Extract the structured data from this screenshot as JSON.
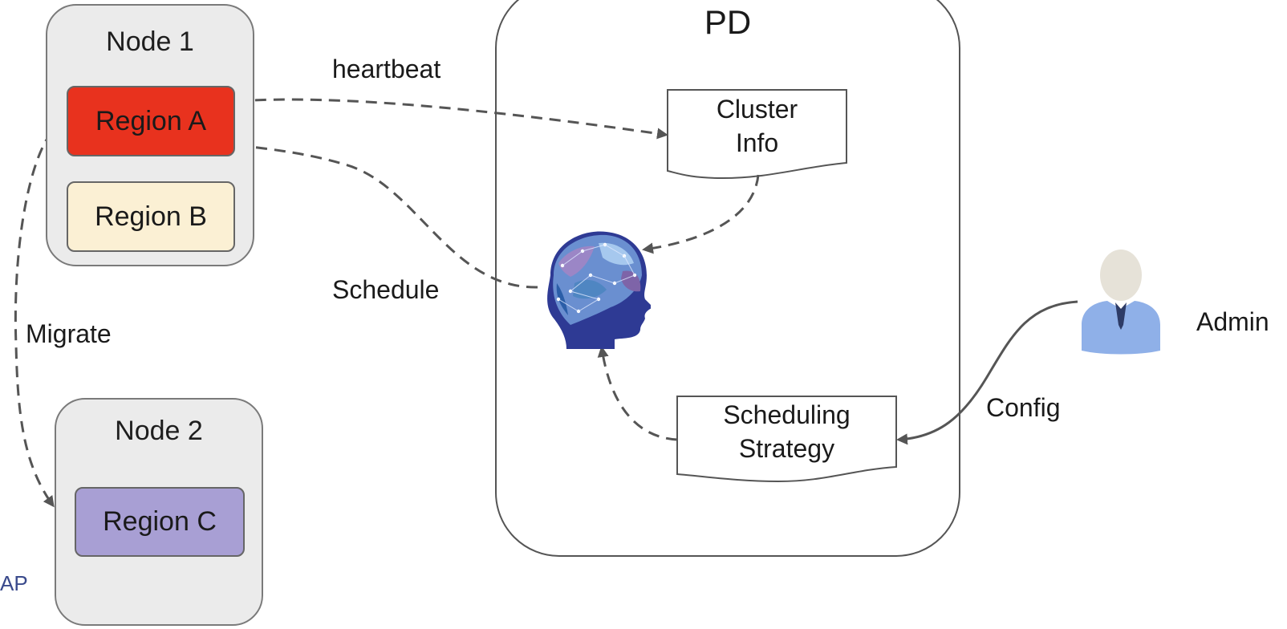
{
  "node1": {
    "title": "Node 1",
    "regions": [
      {
        "label": "Region A",
        "color": "#e8321e"
      },
      {
        "label": "Region B",
        "color": "#fbf0d4"
      }
    ]
  },
  "node2": {
    "title": "Node 2",
    "regions": [
      {
        "label": "Region C",
        "color": "#a89fd4"
      }
    ]
  },
  "pd": {
    "title": "PD",
    "cluster_info": [
      "Cluster",
      "Info"
    ],
    "scheduling_strategy": [
      "Scheduling",
      "Strategy"
    ],
    "brain_icon": "brain-head-icon"
  },
  "admin": {
    "label": "Admin",
    "icon": "user-icon",
    "color": "#8fb0e8"
  },
  "edges": {
    "heartbeat": "heartbeat",
    "schedule": "Schedule",
    "migrate": "Migrate",
    "config": "Config"
  },
  "logo_fragment": "AP"
}
